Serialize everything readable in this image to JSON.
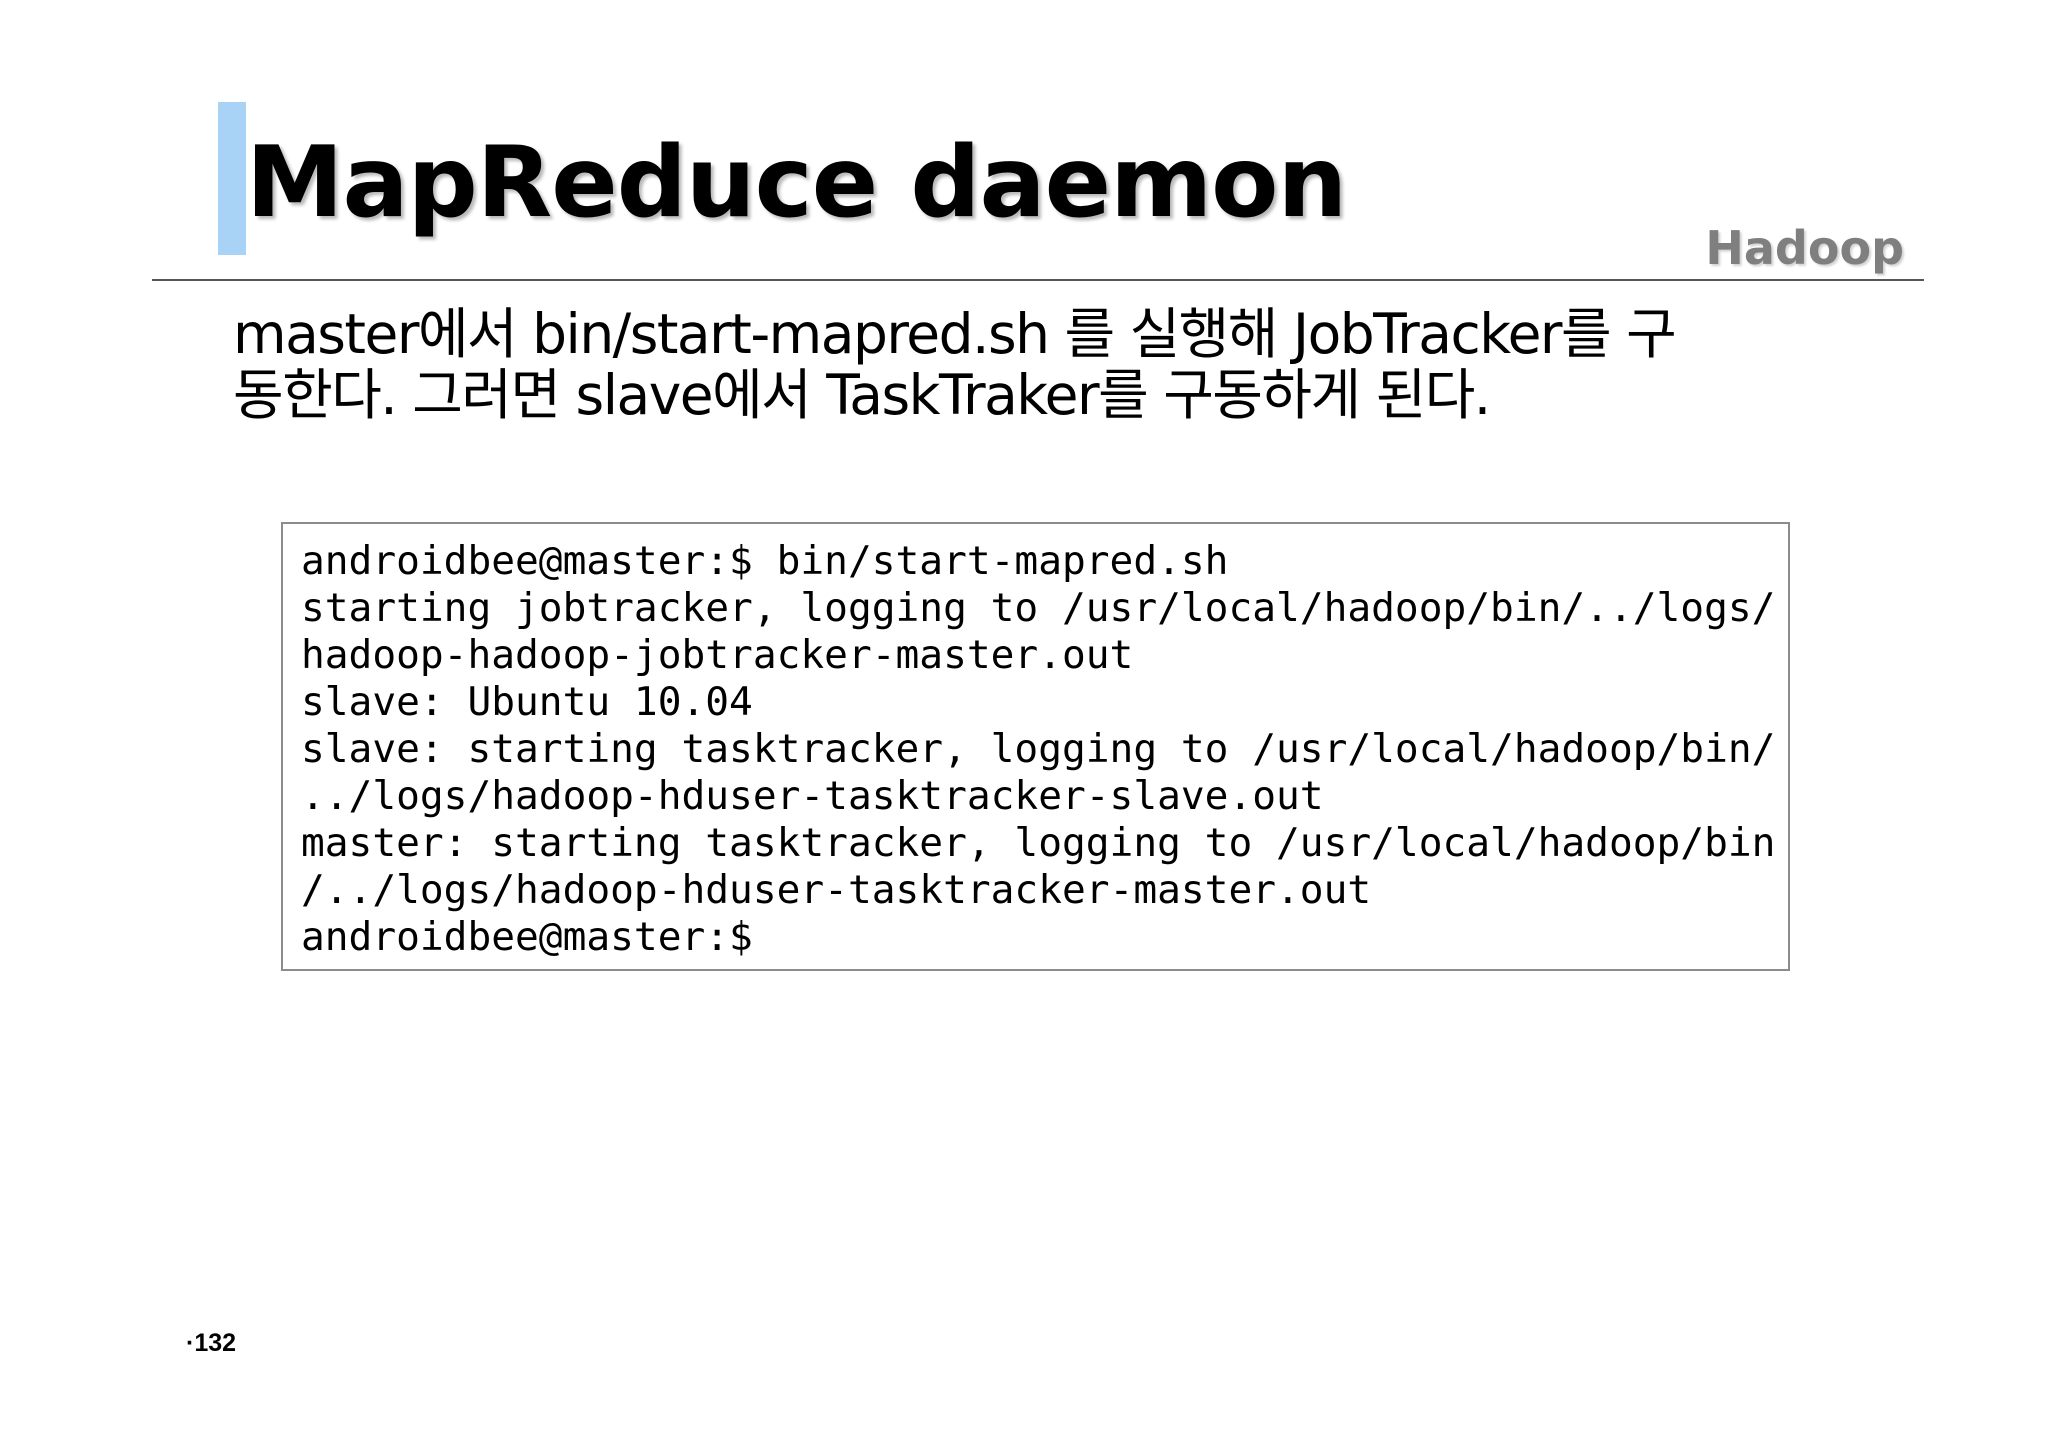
{
  "slide": {
    "title": "MapReduce daemon",
    "section_label": "Hadoop",
    "body_lines": [
      "master에서 bin/start-mapred.sh 를 실행해 JobTracker를 구",
      "동한다. 그러면 slave에서 TaskTraker를 구동하게 된다."
    ],
    "terminal_lines": [
      "androidbee@master:$ bin/start-mapred.sh",
      "starting jobtracker, logging to /usr/local/hadoop/bin/../logs/",
      "hadoop-hadoop-jobtracker-master.out",
      "slave: Ubuntu 10.04",
      "slave: starting tasktracker, logging to /usr/local/hadoop/bin/",
      "../logs/hadoop-hduser-tasktracker-slave.out",
      "master: starting tasktracker, logging to /usr/local/hadoop/bin",
      "/../logs/hadoop-hduser-tasktracker-master.out",
      "androidbee@master:$"
    ],
    "page_number": "·132"
  },
  "colors": {
    "accent_bar": "#a8d2f6",
    "section_label": "#7f7f7f",
    "rule": "#555555",
    "code_border": "#8c8c8c"
  }
}
